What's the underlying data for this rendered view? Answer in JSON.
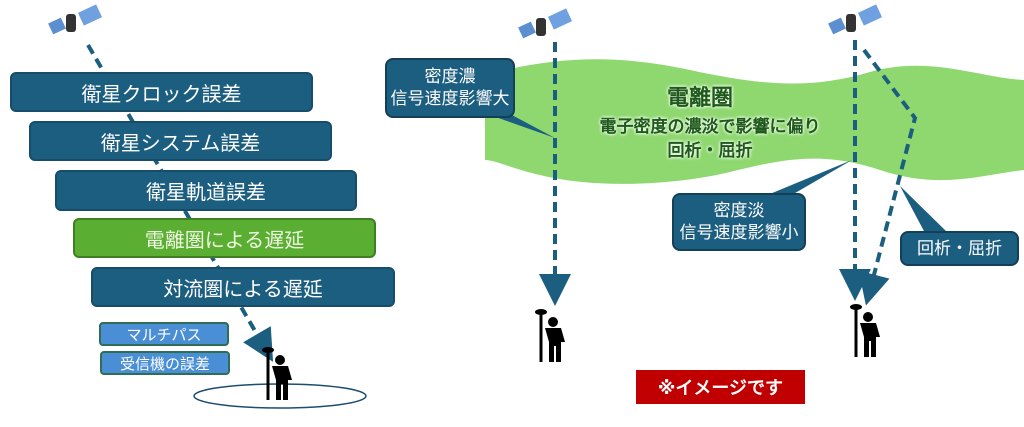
{
  "left": {
    "errors": [
      "衛星クロック誤差",
      "衛星システム誤差",
      "衛星軌道誤差",
      "電離圏による遅延",
      "対流圏による遅延"
    ],
    "small": [
      "マルチパス",
      "受信機の誤差"
    ]
  },
  "right": {
    "ionosphere_title": "電離圏",
    "ionosphere_sub": "電子密度の濃淡で影響に偏り",
    "ionosphere_sub2": "回析・屈折",
    "callout_dense": [
      "密度濃",
      "信号速度影響大"
    ],
    "callout_thin": [
      "密度淡",
      "信号速度影響小"
    ],
    "callout_refraction": "回析・屈折",
    "note": "※イメージです"
  },
  "colors": {
    "box_blue": "#1c5e80",
    "box_green": "#5aaf32",
    "band": "#8fd870",
    "note_red": "#c00000"
  }
}
